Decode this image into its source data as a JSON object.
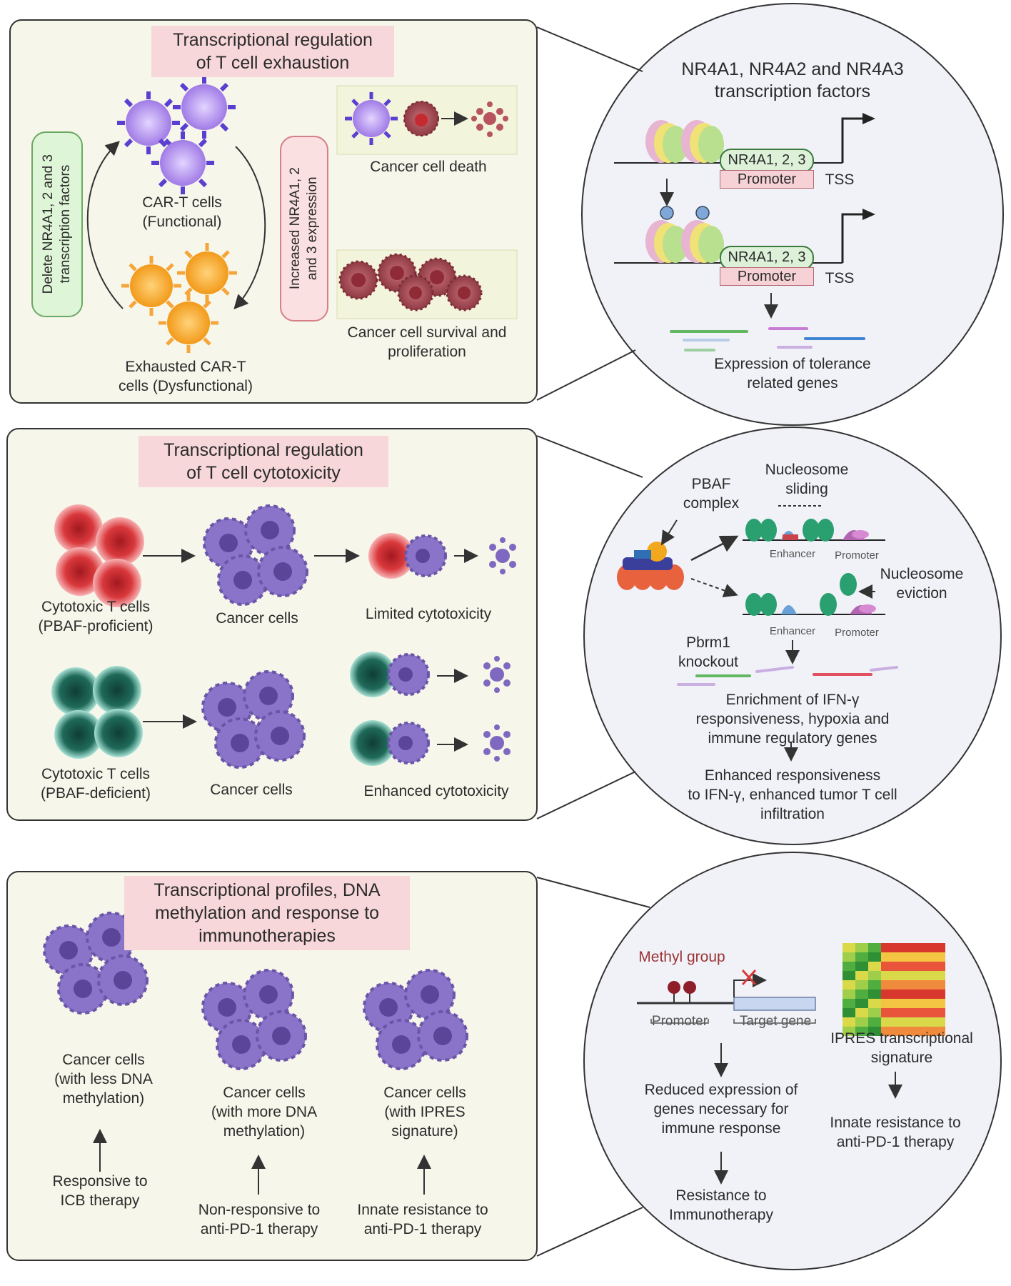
{
  "panel1": {
    "title": "Transcriptional regulation\nof T cell exhaustion",
    "delete_label": "Delete NR4A1, 2 and 3\ntranscription factors",
    "increase_label": "Increased NR4A1, 2\nand 3 expression",
    "functional_cells": "CAR-T cells\n(Functional)",
    "exhausted_cells": "Exhausted CAR-T\ncells (Dysfunctional)",
    "cancer_death": "Cancer cell death",
    "cancer_survival": "Cancer cell survival and\nproliferation"
  },
  "circle1": {
    "title": "NR4A1, NR4A2 and NR4A3\ntranscription factors",
    "gene_label": "NR4A1, 2, 3",
    "promoter_label": "Promoter",
    "tss_label": "TSS",
    "expression_label": "Expression of tolerance\nrelated genes"
  },
  "panel2": {
    "title": "Transcriptional regulation\nof T cell cytotoxicity",
    "proficient_cells": "Cytotoxic T cells\n(PBAF-proficient)",
    "cancer_cells_top": "Cancer cells",
    "limited": "Limited cytotoxicity",
    "deficient_cells": "Cytotoxic T cells\n(PBAF-deficient)",
    "cancer_cells_bottom": "Cancer cells",
    "enhanced": "Enhanced cytotoxicity"
  },
  "circle2": {
    "pbaf": "PBAF\ncomplex",
    "sliding": "Nucleosome\nsliding",
    "enhancer_top": "Enhancer",
    "promoter_top": "Promoter",
    "eviction": "Nucleosome\neviction",
    "enhancer_bottom": "Enhancer",
    "promoter_bottom": "Promoter",
    "knockout": "Pbrm1\nknockout",
    "enrichment": "Enrichment of IFN-γ\nresponsiveness, hypoxia and\nimmune regulatory genes",
    "enhanced_response": "Enhanced responsiveness\nto IFN-γ, enhanced tumor T cell\ninfiltration"
  },
  "panel3": {
    "title": "Transcriptional profiles,  DNA\nmethylation and response to\nimmunotherapies",
    "cells_less": "Cancer cells\n(with less DNA\nmethylation)",
    "cells_more": "Cancer cells\n(with more DNA\nmethylation)",
    "cells_ipres": "Cancer cells\n(with IPRES\nsignature)",
    "responsive": "Responsive to\nICB therapy",
    "non_responsive": "Non-responsive to\nanti-PD-1 therapy",
    "innate_resistance": "Innate resistance to\nanti-PD-1 therapy"
  },
  "circle3": {
    "methyl": "Methyl group",
    "promoter": "Promoter",
    "target_gene": "Target gene",
    "ipres": "IPRES transcriptional\nsignature",
    "reduced": "Reduced expression of\ngenes necessary for\nimmune response",
    "resistance": "Resistance to\nImmunotherapy",
    "innate": "Innate resistance to\nanti-PD-1 therapy"
  }
}
